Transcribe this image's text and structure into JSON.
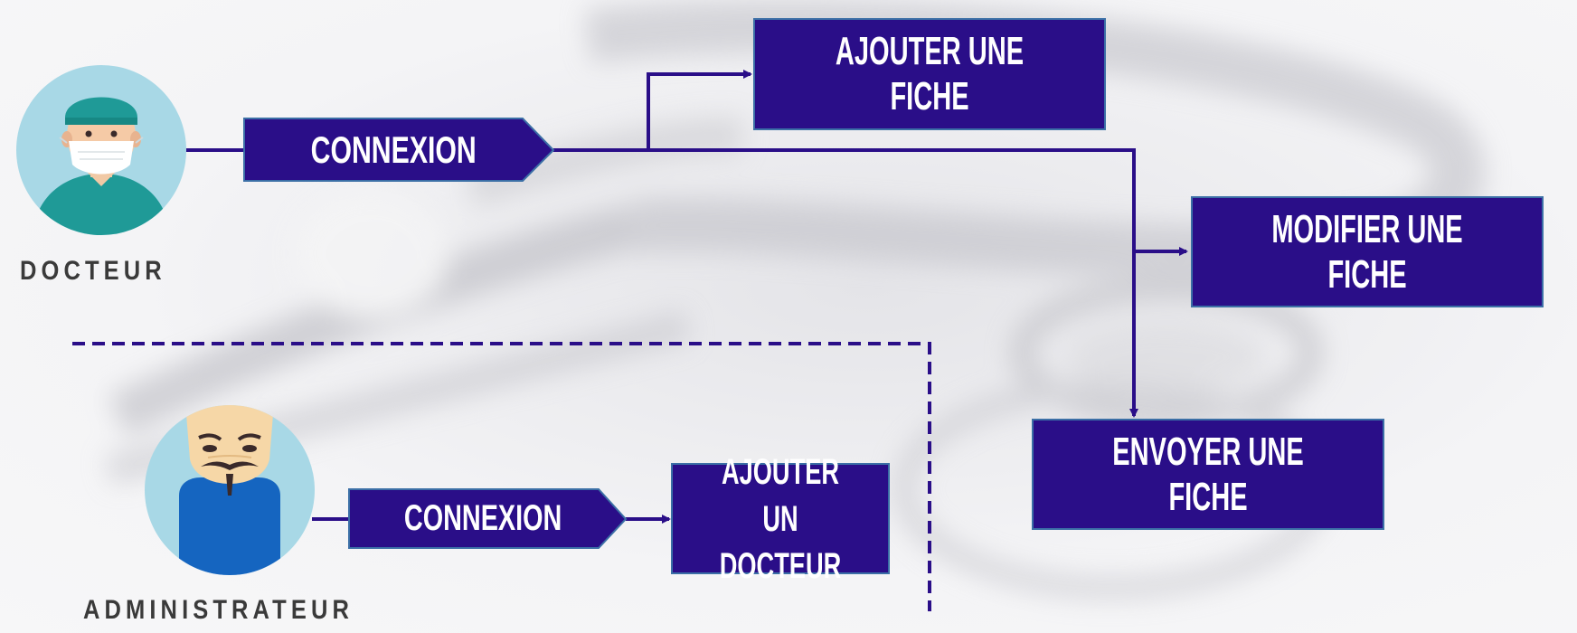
{
  "actors": {
    "doctor": {
      "name": "DOCTEUR"
    },
    "admin": {
      "name": "ADMINISTRATEUR"
    }
  },
  "flow": {
    "doctor_login": "CONNEXION",
    "admin_login": "CONNEXION",
    "add_sheet": "AJOUTER UNE FICHE",
    "modify_sheet": "MODIFIER UNE FICHE",
    "send_sheet": "ENVOYER UNE FICHE",
    "add_doctor": "AJOUTER UN\nDOCTEUR"
  },
  "colors": {
    "box_fill": "#2a0e88",
    "box_border": "#3b6fa6",
    "connector": "#2a0e88",
    "avatar_circle": "#a8d8e6",
    "text_dark": "#3a3a3a"
  },
  "icons": {
    "doctor": "surgeon-avatar-icon",
    "admin": "masked-admin-avatar-icon"
  }
}
